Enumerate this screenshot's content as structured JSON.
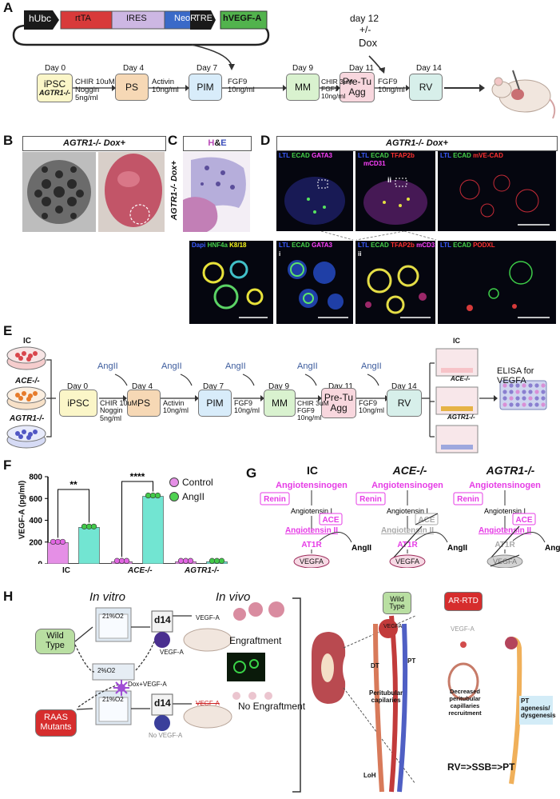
{
  "panel_labels": {
    "A": "A",
    "B": "B",
    "C": "C",
    "D": "D",
    "E": "E",
    "F": "F",
    "G": "G",
    "H": "H"
  },
  "construct": {
    "hubc": "hUbc",
    "rtta": "rtTA",
    "ires": "IRES",
    "neor": "NeoR",
    "tre": "TRE",
    "vegf": "hVEGF-A"
  },
  "dox_note": {
    "day": "day 12",
    "pm": "+/-",
    "dox": "Dox"
  },
  "protocolA": {
    "stages": [
      "iPSC",
      "PS",
      "PIM",
      "MM",
      "Pre-Tu Agg",
      "RV"
    ],
    "ipsc_sub": "AGTR1-/-",
    "days": [
      "Day 0",
      "Day 4",
      "Day 7",
      "Day 9",
      "Day 11",
      "Day 14"
    ],
    "conditions": [
      "CHIR 10uM\nNoggin\n5ng/ml",
      "Activin\n10ng/ml",
      "FGF9\n10ng/ml",
      "CHIR 3uM\nFGF9\n10ng/ml",
      "FGF9\n10ng/ml"
    ]
  },
  "panelB": {
    "title": "AGTR1-/- Dox+"
  },
  "panelC": {
    "title_h": "H",
    "title_amp": "&",
    "title_e": "E",
    "side": "AGTR1-/- Dox+"
  },
  "panelD": {
    "title": "AGTR1-/- Dox+",
    "top": [
      {
        "a": "LTL",
        "b": "ECAD",
        "c": "GATA3"
      },
      {
        "a": "LTL",
        "b": "ECAD",
        "c": "TFAP2b",
        "d": "mCD31",
        "roi": "ii"
      },
      {
        "a": "LTL",
        "b": "ECAD",
        "c": "mVE-CAD"
      }
    ],
    "bottom": [
      {
        "a": "Dapi",
        "b": "HNF4a",
        "c": "K8/18",
        "roman": ""
      },
      {
        "a": "LTL",
        "b": "ECAD",
        "c": "GATA3",
        "roman": "i"
      },
      {
        "a": "LTL",
        "b": "ECAD",
        "c": "TFAP2b",
        "d": "mCD31",
        "roman": "ii"
      },
      {
        "a": "LTL",
        "b": "ECAD",
        "c": "PODXL",
        "roman": ""
      }
    ]
  },
  "panelE": {
    "lines": [
      "IC",
      "ACE-/-",
      "AGTR1-/-"
    ],
    "angii": "AngII",
    "elisa": "ELISA for VEGFA"
  },
  "chart_data": {
    "type": "bar",
    "ylabel": "VEGF-A (pg/ml)",
    "ylim": [
      0,
      800
    ],
    "yticks": [
      0,
      200,
      400,
      600,
      800
    ],
    "categories": [
      "IC",
      "ACE-/-",
      "AGTR1-/-"
    ],
    "series": [
      {
        "name": "Control",
        "values": [
          195,
          20,
          20
        ],
        "color": "#e58fe6"
      },
      {
        "name": "AngII",
        "values": [
          335,
          620,
          20
        ],
        "color": "#72e5d2"
      }
    ],
    "significance": [
      "**",
      "****",
      ""
    ],
    "legend_position": "top-right"
  },
  "panelG": {
    "titles": [
      "IC",
      "ACE-/-",
      "AGTR1-/-"
    ],
    "angiotensinogen": "Angiotensinogen",
    "renin": "Renin",
    "ang1": "Angiotensin I",
    "ace": "ACE",
    "ang2": "Angiotensin II",
    "at1r": "AT1R",
    "angii": "AngII",
    "vegfa": "VEGFA"
  },
  "panelH": {
    "in_vitro": "In vitro",
    "in_vivo": "In vivo",
    "wt": "Wild\nType",
    "raas": "RAAS\nMutants",
    "o21": "21%O2",
    "o2": "2%O2",
    "d14": "d14",
    "vegfa": "VEGF-A",
    "doxvegf": "Dox+VEGF-A",
    "no_vegfa": "No VEGF-A",
    "engraft": "Engraftment",
    "no_engraft": "No Engraftment",
    "labels": {
      "dt": "DT",
      "pt": "PT",
      "loh": "LoH",
      "peri": "Peritubular\ncapilaries",
      "wt2": "Wild\nType",
      "vegfa_small": "VEGFA",
      "artd": "AR-RTD",
      "vegfa2": "VEGF-A",
      "decreased": "Decreased\nperitubular\ncapillaries\nrecruitment",
      "pt_ag": "PT\nagenesis/\ndysgenesis",
      "rv_ssb": "RV=>SSB=>PT"
    }
  }
}
